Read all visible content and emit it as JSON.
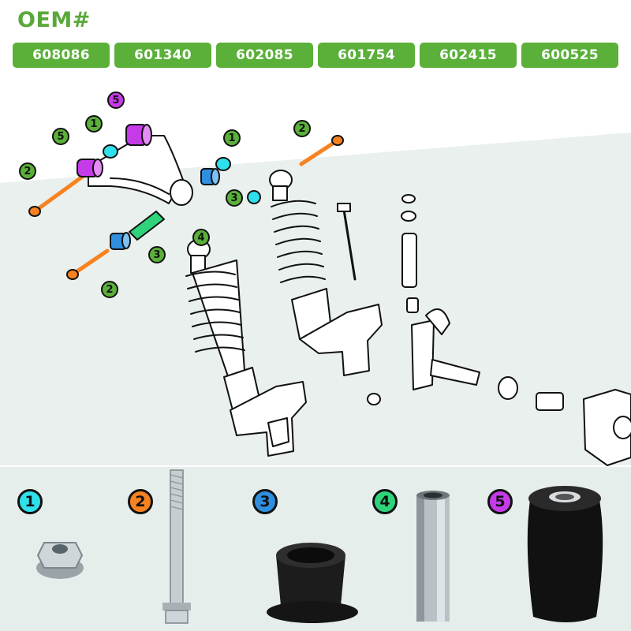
{
  "header": {
    "title": "OEM#",
    "part_numbers": [
      "608086",
      "601340",
      "602085",
      "601754",
      "602415",
      "600525"
    ]
  },
  "colors": {
    "brand_green": "#5ab039",
    "part_1": "#2fe0ec",
    "part_2": "#f7821f",
    "part_3": "#2f8ee0",
    "part_4": "#2fd47a",
    "part_5": "#c63be8"
  },
  "callouts": [
    {
      "number": "5",
      "part": 5
    },
    {
      "number": "1",
      "part": 1
    },
    {
      "number": "5",
      "part": 5
    },
    {
      "number": "2",
      "part": 2
    },
    {
      "number": "1",
      "part": 1
    },
    {
      "number": "3",
      "part": 3
    },
    {
      "number": "2",
      "part": 2
    },
    {
      "number": "4",
      "part": 4
    },
    {
      "number": "3",
      "part": 3
    },
    {
      "number": "2",
      "part": 2
    }
  ],
  "legend": [
    {
      "number": "1",
      "part": "flange-lock-nut",
      "color": "#2fe0ec"
    },
    {
      "number": "2",
      "part": "hex-flange-bolt",
      "color": "#f7821f"
    },
    {
      "number": "3",
      "part": "flanged-bushing",
      "color": "#2f8ee0"
    },
    {
      "number": "4",
      "part": "spacer-sleeve",
      "color": "#2fd47a"
    },
    {
      "number": "5",
      "part": "rubber-bushing",
      "color": "#c63be8"
    }
  ]
}
